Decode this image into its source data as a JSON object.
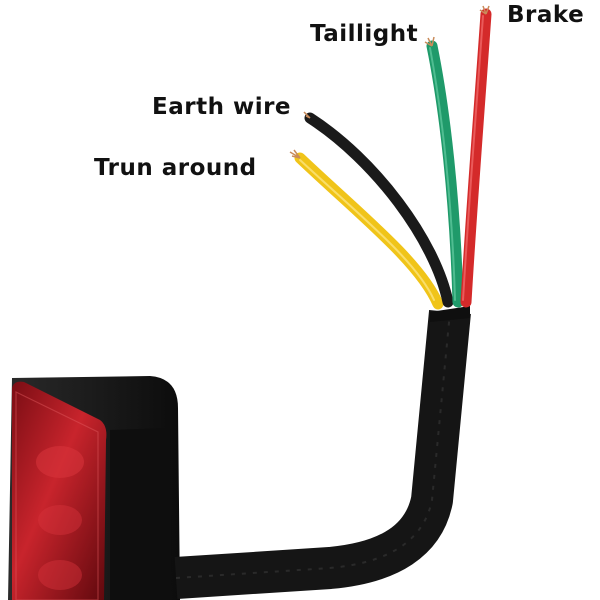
{
  "image": {
    "subject": "trailer-tail-light-with-wire-harness"
  },
  "labels": {
    "brake": "Brake",
    "taillight": "Taillight",
    "earth": "Earth wire",
    "turn": "Trun around"
  },
  "colors": {
    "background": "#ffffff",
    "label_text": "#111111",
    "brake_wire": "#d42a2a",
    "taillight_wire": "#1f9a6a",
    "earth_wire": "#1a1a1a",
    "turn_wire": "#f0c419",
    "sheath": "#151515",
    "lamp_housing": "#1c1c1c",
    "lens_red": "#b01a22",
    "copper": "#c98b5a"
  }
}
